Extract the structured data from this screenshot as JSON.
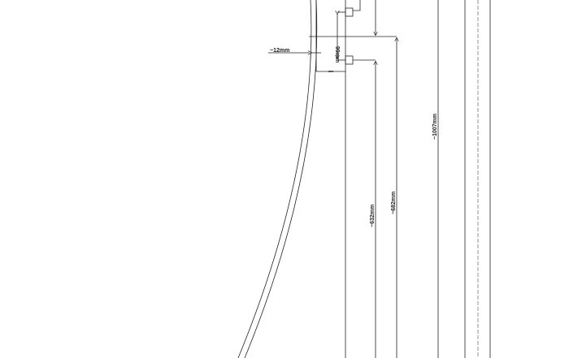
{
  "drawing": {
    "line_color": "#222222",
    "dimensions": {
      "gap": "~12mm",
      "bracket_spacing": "99mm",
      "height_a": "~632mm",
      "height_b": "~682mm",
      "overall": "~1007mm"
    }
  }
}
